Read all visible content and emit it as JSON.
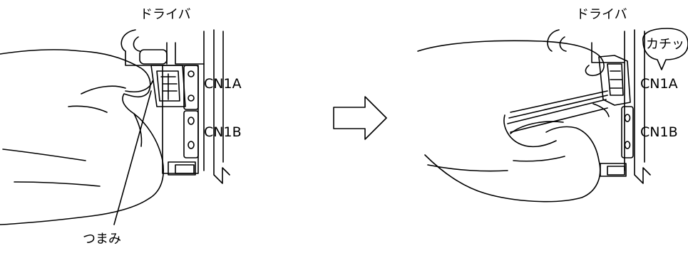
{
  "panels": {
    "before": {
      "driver_label": "ドライバ",
      "connector_a_label": "CN1A",
      "connector_b_label": "CN1B",
      "knob_label": "つまみ"
    },
    "after": {
      "driver_label": "ドライバ",
      "connector_a_label": "CN1A",
      "connector_b_label": "CN1B",
      "click_callout": "カチッ"
    }
  },
  "transition_arrow": "right-arrow",
  "colors": {
    "line": "#000000",
    "background": "#ffffff"
  }
}
